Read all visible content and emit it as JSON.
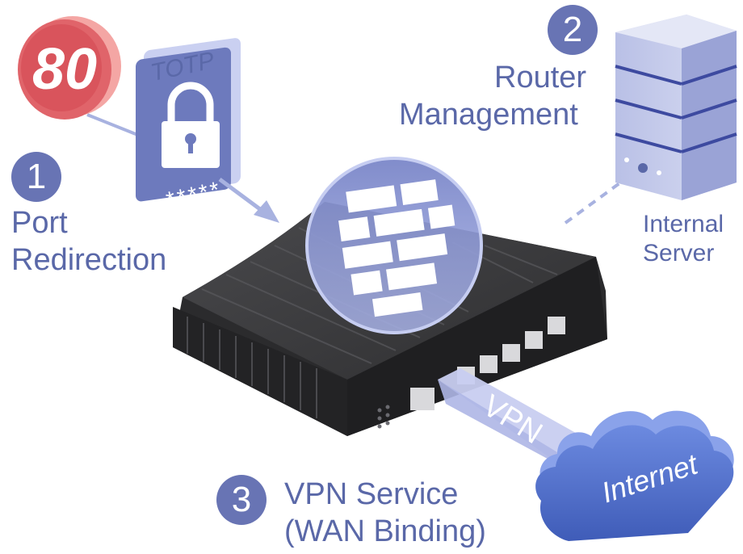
{
  "steps": [
    {
      "number": "1",
      "line1": "Port",
      "line2": "Redirection"
    },
    {
      "number": "2",
      "line1": "Router",
      "line2": "Management"
    },
    {
      "number": "3",
      "line1": "VPN Service",
      "line2": "(WAN Binding)"
    }
  ],
  "port_badge": "80",
  "totp_label": "TOTP",
  "password_mask": "*****",
  "server_label_1": "Internal",
  "server_label_2": "Server",
  "vpn_label": "VPN",
  "cloud_label": "Internet",
  "icons": [
    "port-80-badge",
    "padlock-icon",
    "firewall-brick-icon",
    "server-icon",
    "cloud-icon",
    "router-icon"
  ],
  "colors": {
    "accent": "#6874b4",
    "label_text": "#5a68a8",
    "port_badge_red": "#e0646a",
    "router_body": "#3a3a3c",
    "vpn_tunnel": "#c8cdf0",
    "cloud_blue": "#4e6cc8"
  }
}
